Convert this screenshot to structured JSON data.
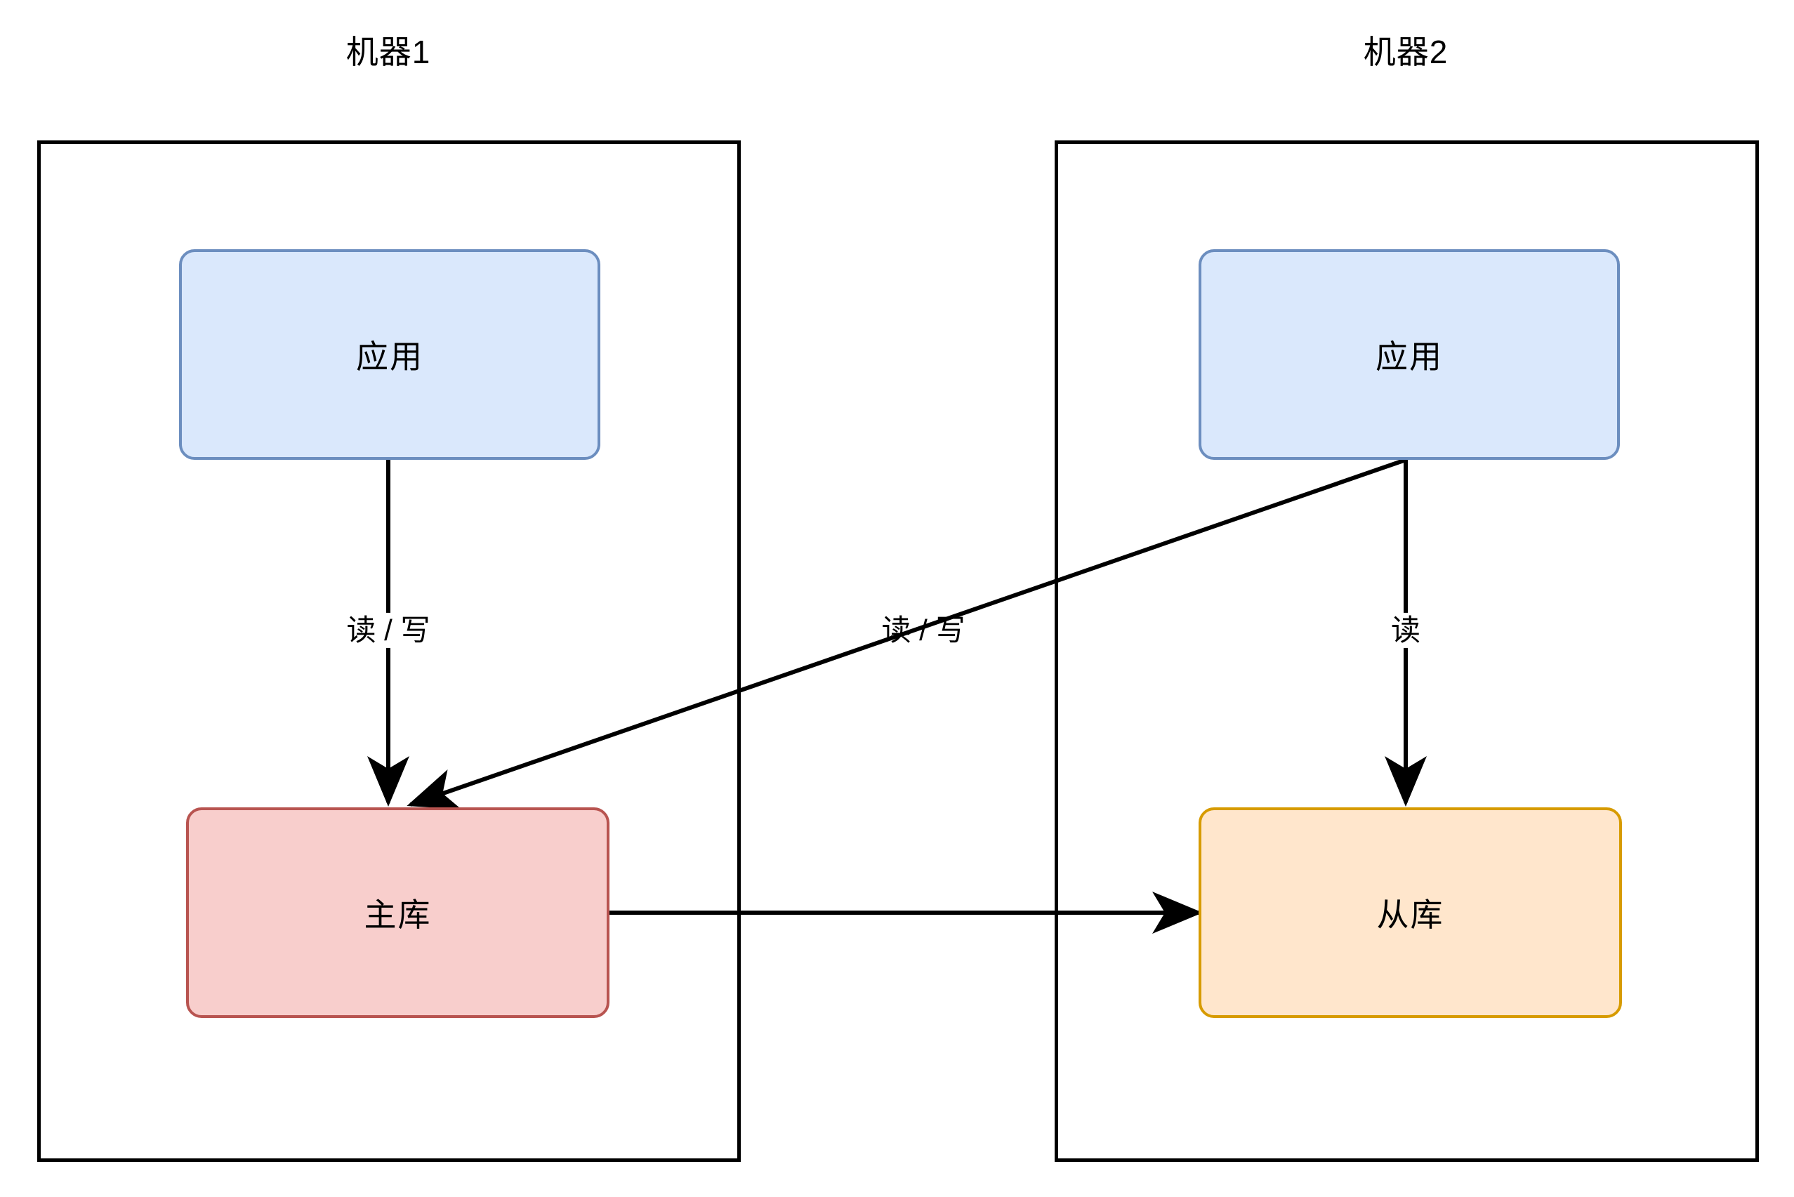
{
  "diagram": {
    "type": "architecture-flow",
    "background": "#ffffff",
    "machines": [
      {
        "id": "machine1",
        "title": "机器1",
        "nodes": [
          {
            "id": "app1",
            "label": "应用",
            "role": "application",
            "fill": "#dae8fc",
            "stroke": "#6c8ebf"
          },
          {
            "id": "master",
            "label": "主库",
            "role": "primary-database",
            "fill": "#f8cecc",
            "stroke": "#b85450"
          }
        ]
      },
      {
        "id": "machine2",
        "title": "机器2",
        "nodes": [
          {
            "id": "app2",
            "label": "应用",
            "role": "application",
            "fill": "#dae8fc",
            "stroke": "#6c8ebf"
          },
          {
            "id": "slave",
            "label": "从库",
            "role": "replica-database",
            "fill": "#ffe6cc",
            "stroke": "#d79b00"
          }
        ]
      }
    ],
    "edges": [
      {
        "id": "app1-to-master",
        "from": "app1",
        "to": "master",
        "label": "读 / 写"
      },
      {
        "id": "app2-to-master",
        "from": "app2",
        "to": "master",
        "label": "读 / 写"
      },
      {
        "id": "app2-to-slave",
        "from": "app2",
        "to": "slave",
        "label": "读"
      },
      {
        "id": "master-to-slave",
        "from": "master",
        "to": "slave",
        "label": ""
      }
    ],
    "colors": {
      "line": "#000000",
      "container_border": "#000000",
      "app_fill": "#dae8fc",
      "app_stroke": "#6c8ebf",
      "master_fill": "#f8cecc",
      "master_stroke": "#b85450",
      "slave_fill": "#ffe6cc",
      "slave_stroke": "#d79b00"
    }
  }
}
